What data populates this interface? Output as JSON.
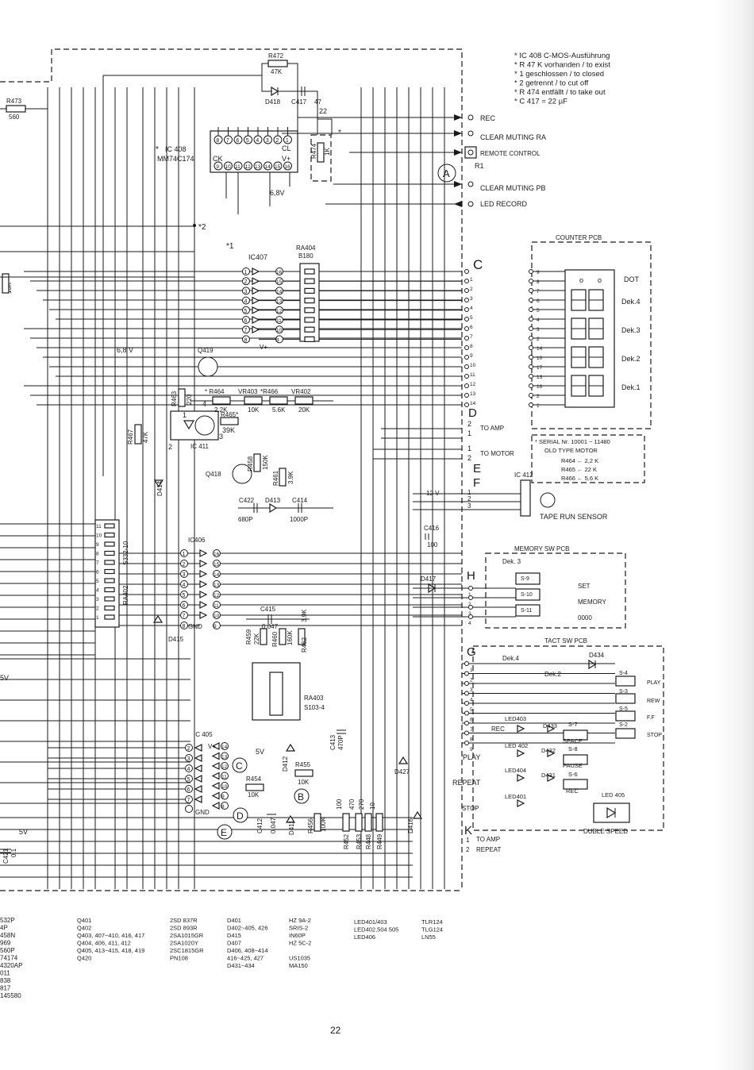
{
  "notes": [
    "* IC 408 C-MOS-Ausführung",
    "* R 47 K vorhanden  /  to exist",
    "* 1 geschlossen  /  to closed",
    "* 2 getrennt  /  to cut off",
    "* R 474 entfällt  /  to take out",
    "* C 417 = 22 µF"
  ],
  "connectors_top": [
    "REC",
    "CLEAR MUTING RA",
    "REMOTE CONTROL",
    "R1",
    "CLEAR MUTING PB",
    "LED RECORD"
  ],
  "ic408": {
    "name": "IC 408",
    "part": "MM74C174",
    "ck": "CK",
    "cl": "CL",
    "vplus": "V+",
    "mark": "*",
    "pins_top": [
      "8",
      "7",
      "6",
      "5",
      "4",
      "3",
      "2",
      "1"
    ],
    "pins_bottom": [
      "9",
      "10",
      "11",
      "12",
      "13",
      "14",
      "15",
      "16"
    ]
  },
  "top_components": {
    "r472": "R472",
    "r472_val": "47K",
    "d418": "D418",
    "c417": "C417",
    "c417_val": "47",
    "r473": "R473",
    "r473_val": "560",
    "r474": "R474",
    "r474_val": "1K",
    "v22": "22",
    "v68": "6,8V",
    "x1": "*1",
    "x2": "*2",
    "v68b": "6,8 V",
    "r10k": "10K",
    "plus": "+",
    "star": "*"
  },
  "circle_labels": [
    "A",
    "B",
    "C",
    "D",
    "E"
  ],
  "ic407": {
    "name": "IC407",
    "ra": "RA404",
    "ra_part": "B180",
    "vplus": "V+",
    "pins_left": [
      "1",
      "2",
      "3",
      "4",
      "5",
      "6",
      "7",
      "8"
    ],
    "pins_right": [
      "16",
      "15",
      "14",
      "13",
      "12",
      "11",
      "10",
      "9"
    ]
  },
  "counter": {
    "title": "COUNTER PCB",
    "dot": "DOT",
    "digits": [
      "Dek.4",
      "Dek.3",
      "Dek.2",
      "Dek.1"
    ],
    "pins": [
      "9",
      "8",
      "7",
      "6",
      "5",
      "4",
      "3",
      "2",
      "14",
      "10",
      "17",
      "13",
      "16",
      "2",
      "1"
    ],
    "o1": "o",
    "o2": "o"
  },
  "section_letters": [
    "C",
    "D",
    "E",
    "F",
    "G",
    "H",
    "K"
  ],
  "c_pins": [
    "1",
    "2",
    "3",
    "4",
    "5",
    "6",
    "7",
    "8",
    "9",
    "10",
    "11",
    "12",
    "13",
    "14"
  ],
  "d_block": {
    "pins": [
      "2",
      "1"
    ],
    "label": "TO AMP"
  },
  "e_block": {
    "pins": [
      "1",
      "2"
    ],
    "label": "TO MOTOR"
  },
  "f_block": {
    "pins": [
      "1",
      "2",
      "3"
    ],
    "v12": "12 V",
    "ic": "IC 412",
    "sensor": "TAPE RUN SENSOR"
  },
  "serial": {
    "l1": "* SERIAL Nr. 10001 ~ 11480",
    "l2": "OLD TYPE MOTOR",
    "r464": "R464 ← 2,2 K",
    "r465": "R465 ← 22 K",
    "r466": "R466 ← 5,6 K"
  },
  "middle": {
    "q419": "Q419",
    "q418": "Q418",
    "r463": "R463",
    "r463_val": "220",
    "r464": "* R464",
    "r464_val": "2.2K",
    "vr403": "VR403",
    "vr403_val": "10K",
    "r466": "*R466",
    "r466_val": "5.6K",
    "vr402": "VR402",
    "vr402_val": "20K",
    "r465": "R465*",
    "r465_val": "39K",
    "ic411": "IC 411",
    "r467": "R467",
    "r467_val": "47K",
    "d414": "D414",
    "r458": "R458",
    "r458_val": "150K",
    "r461": "R461",
    "r461_val": "3.9K",
    "c422": "C422",
    "c422_val": "680P",
    "d413": "D413",
    "c414": "C414",
    "c414_val": "1000P",
    "c416": "C416",
    "c416_val": "100",
    "n1": "1",
    "n2": "2",
    "n3": "3",
    "n4": "4"
  },
  "ic406": {
    "name": "IC406",
    "gnd": "GND",
    "d415": "D415",
    "pins_left": [
      "1",
      "2",
      "3",
      "4",
      "5",
      "6",
      "7",
      "8"
    ],
    "pins_right": [
      "16",
      "15",
      "14",
      "13",
      "12",
      "11",
      "10",
      "9"
    ]
  },
  "ra402": {
    "name": "RA402",
    "part": "S332-10",
    "pins": [
      "11",
      "10",
      "9",
      "8",
      "7",
      "6",
      "5",
      "4",
      "3",
      "2",
      "1"
    ]
  },
  "lower_components": {
    "c415": "C415",
    "c415_val": "0.047",
    "r459": "R459",
    "r459_val": "22K",
    "r460": "R460",
    "r460_val": "160K",
    "r462": "R462",
    "r462_val": "3.9K",
    "ra403": "RA403",
    "ra403_part": "S103-4",
    "c413": "C413",
    "c413_val": "470P",
    "v5": "5V",
    "d412": "D412",
    "r455": "R455",
    "r455_val": "10K",
    "r454": "R454",
    "r454_val": "10K",
    "c412": "C412",
    "c412_val": "0.047",
    "d411": "D411",
    "r456": "R456",
    "r456_val": "100K",
    "r453": "R453",
    "r453_val": "470",
    "r452": "R452",
    "r452_val": "100",
    "r448": "R448",
    "r448_val": "270",
    "r449": "R449",
    "r449_val": "10",
    "d427": "D427",
    "d416": "D416",
    "c421": "C421",
    "c421_val": "0.1",
    "v5b": "5V",
    "v5c": "5V"
  },
  "ic405": {
    "name": "IC 405",
    "vplus": "V+",
    "gnd": "GND",
    "pins_left": [
      "2",
      "3",
      "4",
      "5",
      "6",
      "7"
    ],
    "pins_right": [
      "14",
      "13",
      "12",
      "11",
      "10",
      "9",
      "8"
    ]
  },
  "memory": {
    "title": "MEMORY  SW  PCB",
    "dek": "Dek. 3",
    "d417": "D417",
    "pins": [
      "1",
      "2",
      "3",
      "4"
    ],
    "sw": [
      "S-9",
      "S-10",
      "S-11"
    ],
    "labels": [
      "SET",
      "MEMORY",
      "0000"
    ]
  },
  "tact": {
    "title": "TACT  SW  PCB",
    "dek4": "Dek.4",
    "dek2": "Dek.2",
    "d434": "D434",
    "d433": "D433",
    "d432": "D432",
    "d431": "D431",
    "led403": "LED403",
    "led402": "LED 402",
    "led404": "LED404",
    "led401": "LED401",
    "led405": "LED 405",
    "rec": "REC",
    "play": "PLAY",
    "repeat": "REPEAT",
    "stop": "STOP",
    "s7": "S-7",
    "space": "SPACE",
    "s8": "S-8",
    "pause": "PAUSE",
    "s6": "S-6",
    "rec2": "REC",
    "s4": "S-4",
    "s3": "S-3",
    "s5": "S-5",
    "s2": "S-2",
    "play_t": "PLAY",
    "rew": "REW",
    "ff": "F.F",
    "stop_t": "STOP",
    "duble": "DUBLE SPEED",
    "pins": [
      "1",
      "2",
      "3",
      "4",
      "5",
      "6",
      "7",
      "8",
      "9"
    ]
  },
  "k_block": {
    "pins": [
      "1",
      "2"
    ],
    "l1": "TO AMP",
    "l2": "REPEAT"
  },
  "left_edge": {
    "v5": "5V"
  },
  "left_parts": [
    "532P",
    "4P",
    "458N",
    "969",
    "560P",
    "74174",
    "4320AP",
    "011",
    "838",
    "817",
    "145580"
  ],
  "parts_q": [
    [
      "Q401",
      "2SD 837R"
    ],
    [
      "Q402",
      "2SD 893R"
    ],
    [
      "Q403, 407~410, 416, 417",
      "2SA1015GR"
    ],
    [
      "Q404, 406, 411, 412",
      "2SA1020Y"
    ],
    [
      "Q405, 413~415, 418, 419",
      "2SC1815GR"
    ],
    [
      "Q420",
      "PN108"
    ]
  ],
  "parts_d": [
    [
      "D401",
      "HZ 9A-2"
    ],
    [
      "D402~405, 426",
      "SRIS-2"
    ],
    [
      "D415",
      "IN60P"
    ],
    [
      "D407",
      "HZ 5C-2"
    ],
    [
      "D406, 408~414",
      ""
    ],
    [
      "416~425, 427",
      "US1035"
    ],
    [
      "D431~434",
      "MA150"
    ]
  ],
  "parts_led": [
    [
      "LED401/403",
      "TLR124"
    ],
    [
      "LED402,504 505",
      "TLG124"
    ],
    [
      "LED406",
      "LN55"
    ]
  ],
  "page_number": "22"
}
